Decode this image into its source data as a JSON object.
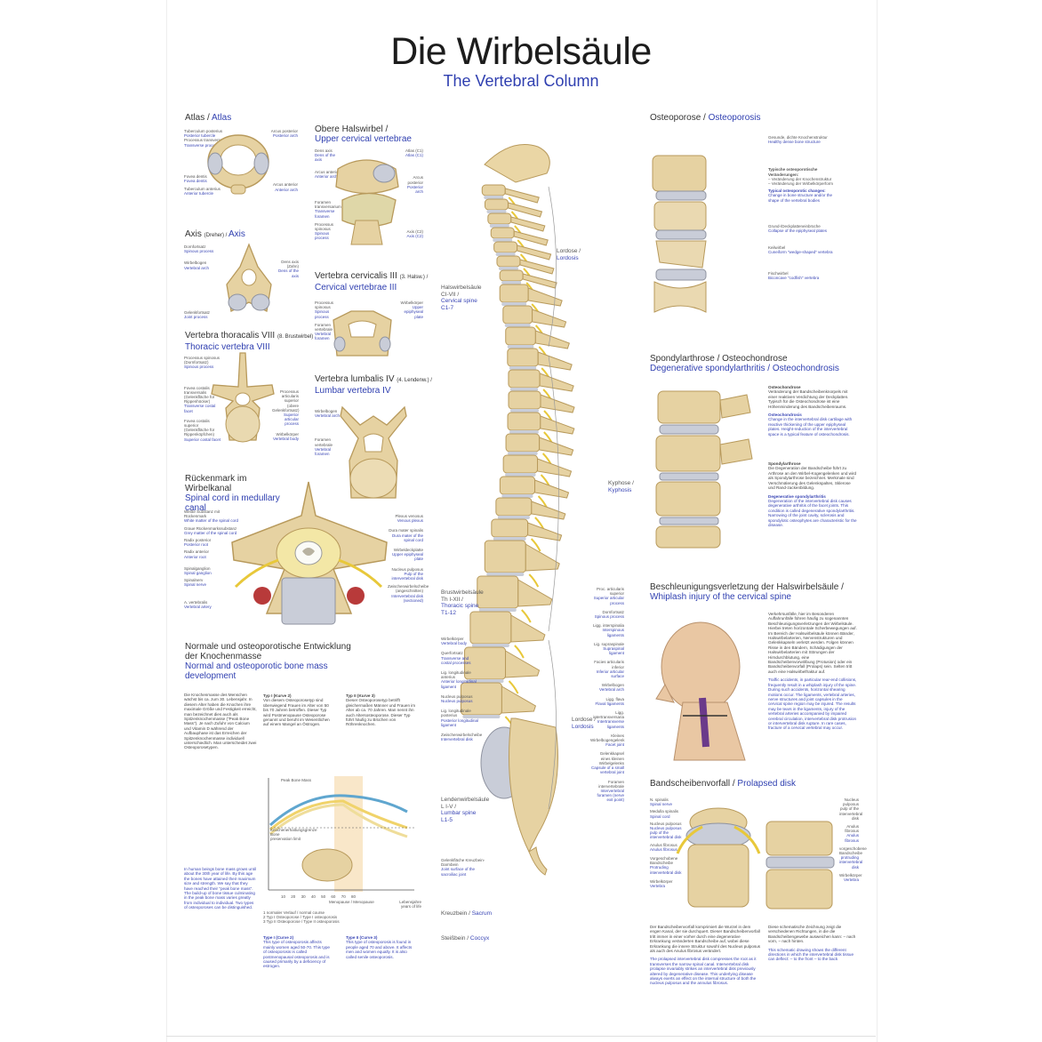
{
  "title": {
    "de": "Die Wirbelsäule",
    "en": "The Vertebral Column"
  },
  "atlas": {
    "heading_de": "Atlas / ",
    "heading_en": "Atlas",
    "labels_left": [
      "Tuberculum posterius",
      "Posterior tubercle",
      "Processus transversus",
      "Transverse process",
      "Fovea dentis",
      "Fovea dentis",
      "Tuberculum anterius",
      "Anterior tubercle"
    ],
    "labels_right": [
      "Arcus posterior",
      "Posterior arch",
      "Arcus anterior",
      "Anterior arch"
    ]
  },
  "axis": {
    "heading_de": "Axis ",
    "heading_de_small": "(Dreher) / ",
    "heading_en": "Axis",
    "labels_left": [
      "Dornfortsatz",
      "Spinous process",
      "Wirbelbogen",
      "Vertebral arch",
      "Gelenkfortsatz",
      "Joint process"
    ],
    "labels_right": [
      "Dens axis (Zahn)",
      "Dens of the axis"
    ]
  },
  "upper_cervical": {
    "heading_de": "Obere Halswirbel /",
    "heading_en": "Upper cervical vertebrae",
    "labels_left": [
      "Dens axis",
      "Dens of the axis",
      "Arcus anterior",
      "Anterior arch",
      "Foramen transversarium",
      "Transverse foramen",
      "Processus spinosus",
      "Spinous process"
    ],
    "labels_right": [
      "Atlas (C1)",
      "Atlas (C1)",
      "Arcus posterior",
      "Posterior arch",
      "Axis (C2)",
      "Axis (C2)"
    ]
  },
  "thoracic": {
    "heading_de": "Vertebra thoracalis VIII ",
    "heading_de_small": "(8. Brustwirbel)",
    "heading_en": "Thoracic vertebra VIII",
    "labels_left": [
      "Processus spinosus (Dornfortsatz)",
      "Spinous process",
      "Fovea costalis transversalis (Gelenkfläche für Rippenhöcker)",
      "Transverse costal facet",
      "Fovea costalis superior (Gelenkfläche für Rippenköpfchen)",
      "Superior costal facet"
    ],
    "labels_right": [
      "Processus articularis superior (obere Gelenkfortsatz)",
      "Superior articular process",
      "Wirbelkörper",
      "Vertebral body"
    ]
  },
  "cervical3": {
    "heading_de": "Vertebra cervicalis III ",
    "heading_de_small": "(3. Halsw.) /",
    "heading_en": "Cervical vertebrae III",
    "labels_left": [
      "Processus spinosus",
      "Spinous process",
      "Foramen vertebrale",
      "Vertebral foramen"
    ],
    "labels_right": [
      "Wirbelkörper",
      "Upper epiphyseal plate"
    ]
  },
  "lumbar4": {
    "heading_de": "Vertebra lumbalis IV ",
    "heading_de_small": "(4. Lendenw.) /",
    "heading_en": "Lumbar vertebra IV",
    "labels_left": [
      "Wirbelbogen",
      "Vertebral arch",
      "Foramen vertebrale",
      "Vertebral foramen"
    ]
  },
  "spinal_cord": {
    "heading_de": "Rückenmark im Wirbelkanal",
    "heading_en": "Spinal cord in medullary canal",
    "labels_left": [
      "Weiße Substanz mit Rückenmark",
      "White matter of the spinal cord",
      "Graue Rückenmarkssubstanz",
      "Grey matter of the spinal cord",
      "Radix posterior",
      "Posterior root",
      "Radix anterior",
      "Anterior root",
      "Spinalganglion",
      "Spinal ganglion",
      "Spinalnerv",
      "Spinal nerve",
      "A. vertebralis",
      "Vertebral artery"
    ],
    "labels_right": [
      "Plexus venosus",
      "Venous plexus",
      "Dura mater spinalis",
      "Dura mater of the spinal cord",
      "Wirbeldeckplatte",
      "Upper epiphyseal plate",
      "Nucleus pulposus",
      "Pulp of the intervertebral disk",
      "Zwischenwirbelscheibe (angeschnitten)",
      "Intervertebral disk (sectioned)"
    ]
  },
  "bone_mass": {
    "heading_de": "Normale und osteoporotische Entwicklung der Knochenmasse",
    "heading_en": "Normal and osteoporotic bone mass development",
    "text_de": "Die Knochenmasse des Menschen wächst bis ca. zum 30. Lebensjahr. In diesem Alter haben die Knochen ihre maximale Größe und Festigkeit erreicht, man bezeichnet dies auch als Spitzenknochenmasse (\"Peak Bone Mass\"). Je nach Zufuhr von Calcium und Vitamin D während der Aufbauphase ist das Erreichen der Spitzenknochenmasse individuell unterschiedlich. Man unterscheidet zwei Osteoporosetypen.",
    "text_en": "In human beings bone mass grows until about the 30th year of life. By this age the bones have attained their maximum size and strength. We say that they have reached their \"peak bone mass\". The build-up of bone tissue culminating in the peak bone mass varies greatly from individual to individual. Two types of osteoporoses can be distinguished.",
    "type1_de_head": "Typ I (Kurve 2)",
    "type1_de": "Von diesem Osteoporosetyp sind überwiegend Frauen im Alter von 50 bis 70 Jahren betroffen. Dieser Typ wird Postmenopause Osteoporose genannt und beruht im Wesentlichen auf einem Mangel an Östrogen.",
    "type2_de_head": "Typ II (Kurve 3)",
    "type2_de": "Dieser Osteoporosetyp betrifft gleichermaßen Männer und Frauen im Alter ab ca. 70 Jahren. Man nennt ihn auch Altersosteoporose. Dieser Typ führt häufig zu Brüchen von Röhrenknochen.",
    "type1_en_head": "Type I (Curve 2)",
    "type1_en": "This type of osteoporosis affects mainly women aged 50-70. This type of osteoporosis is called postmenopausal osteoporosis and is caused primarily by a deficiency of estrogen.",
    "type2_en_head": "Type II (Curve 3)",
    "type2_en": "This type of osteoporosis is found in people aged 70 and above. It affects men and women equally. It is also called senile osteoporosis."
  },
  "chart": {
    "peak_label": "Peak Bone Mass",
    "threshold_label": "Knochenerhaltungsgrenze Bone preservation limit",
    "yaxis": "Knochenmasse / Bone mass",
    "x_ticks": [
      "10",
      "20",
      "30",
      "40",
      "50",
      "60",
      "70",
      "80"
    ],
    "x_label_de": "Menopause / Menopause",
    "x_label_en": "Lebensjahre years of life",
    "legend": [
      "1 normaler Verlauf / normal course",
      "2 Typ I Osteoporose / Type I osteoporosis",
      "3 Typ II Osteoporose / Type II osteoporosis"
    ]
  },
  "spine_labels": {
    "cervical_de": "Halswirbelsäule",
    "cervical_de2": "CI-VII /",
    "cervical_en": "Cervical spine",
    "cervical_en2": "C1-7",
    "thoracic_de": "Brustwirbelsäule",
    "thoracic_de2": "Th I-XII /",
    "thoracic_en": "Thoracic spine",
    "thoracic_en2": "T1-12",
    "lumbar_de": "Lendenwirbelsäule",
    "lumbar_de2": "L I-V /",
    "lumbar_en": "Lumbar spine",
    "lumbar_en2": "L1-5",
    "sacrum_de": "Kreuzbein / ",
    "sacrum_en": "Sacrum",
    "coccyx_de": "Steißbein / ",
    "coccyx_en": "Coccyx",
    "lordosis1_de": "Lordose /",
    "lordosis1_en": "Lordosis",
    "kyphosis_de": "Kyphose /",
    "kyphosis_en": "Kyphosis",
    "lordosis2_de": "Lordose /",
    "lordosis2_en": "Lordosis",
    "left_small": [
      "Wirbelkörper",
      "Vertebral body",
      "Querfortsatz",
      "Transverse and costal processes",
      "Lig. longitudinale anterius",
      "Anterior longitudinal ligament",
      "Nucleus pulposus",
      "Nucleus pulposus",
      "Lig. longitudinale posterius",
      "Posterior longitudinal ligament",
      "Zwischenwirbelscheibe",
      "Intervertebral disk",
      "Gelenkfläche Kreuzbein-Darmbein",
      "Joint surface of the sacroiliac joint"
    ],
    "right_small": [
      "Proc. articularis superior",
      "Superior articular process",
      "Dornfortsatz",
      "Spinous process",
      "Ligg. interspinalia",
      "Interspinous ligaments",
      "Lig. supraspinale",
      "Supraspinal ligament",
      "Facies articularis inferior",
      "Inferior articular surface",
      "Wirbelbogen",
      "Vertebral arch",
      "Ligg. flava",
      "Flaval ligaments",
      "Ligg. intertransversaria",
      "Intertransverse ligaments",
      "Kleines Wirbelbogengelenk",
      "Facet joint",
      "Gelenkkapsel eines kleinen Wirbelgelenks",
      "Capsule of a small vertebral joint",
      "Foramen intervertebrale",
      "Intervertebral foramen (nerve exit point)"
    ]
  },
  "osteoporosis": {
    "heading_de": "Osteoporose / ",
    "heading_en": "Osteoporosis",
    "labels": [
      "Gesunde, dichte Knochenstruktur",
      "Healthy dense bone structure",
      "Typische osteoporotische Veränderungen:",
      "– Veränderung der Knochenstruktur",
      "– Veränderung der Wirbelkörperform",
      "Typical osteoporotic changes:",
      "Change in bone structure and/or the shape of the vertebral bodies",
      "Grund-/Deckplatteneinbrüche",
      "Collapse of the epiphyseal plates",
      "Keilwirbel",
      "Cuneiform \"wedge-shaped\" vertebra",
      "Fischwirbel",
      "Biconcave \"codfish\" vertebra"
    ]
  },
  "spondyl": {
    "heading_de": "Spondylarthrose / Osteochondrose",
    "heading_en": "Degenerative spondylarthritis / Osteochondrosis",
    "osteo_de_head": "Osteochondrose",
    "osteo_de": "Veränderung der Bandscheibenknorpels mit einer reaktiven Verdichtung der Deckplatten. Typisch für die Osteochondrose ist eine Höhenminderung des Bandscheibenraums.",
    "osteo_en_head": "Osteochondrosis",
    "osteo_en": "Change in the intervertebral disk cartilage with reactive thickening of the upper epiphyseal plates. Height-reduction of the intervertebral space is a typical feature of osteochondrosis.",
    "spond_de_head": "Spondylarthrose",
    "spond_de": "Die Degeneration der Bandscheibe führt zu Arthrose an den Wirbel-Kogengelenken und wird als Spondylarthrose bezeichnet. Merkmale sind Verschmälerung des Gelenkspaltes, Sklerose und Rand-zackenbildung.",
    "spond_en_head": "Degenerative spondylarthritis",
    "spond_en": "Degeneration of the intervertebral disk causes degenerative arthritis of the facet joints. This condition is called degenerative spondylarthritis. Narrowing of the joint cavity, sclerosis and spondylotic osteophytes are characteristic for the disease."
  },
  "whiplash": {
    "heading_de": "Beschleunigungsverletzung der Halswirbelsäule /",
    "heading_en": "Whiplash injury of the cervical spine",
    "text_de": "Verkehrsunfälle, hier im Besonderen Auffahrunfälle führen häufig zu sogenannten Beschleunigungsverletzungen der Wirbelsäule. Hierbei treten horizontale Scherbewegungen auf. Im Bereich der Halswirbelsäule können Bänder, Halswirbelarterien, Nervenstrukturen und Gelenkkapseln verletzt werden. Folgen können Risse in den Bändern, Schädigungen der Halswirbelarterien mit Störungen der Hirndurchblutung, eine Bandscheibenvorwölbung (Protusion) oder ein Bandscheibenvorfall (Prolaps) sein. Selten tritt auch eine Halswirbelfraktur auf.",
    "text_en": "Traffic accidents, in particular rear-end collisions, frequently result in a whiplash injury of the spine. During such accidents, horizontal shearing motions occur. The ligaments, vertebral arteries, nerve structures and joint capsules in the cervical spine region may be injured. The results may be tears in the ligaments, injury of the vertebral arteries accompanied by impaired cerebral circulation, intervertebral disk protrusion or intervertebral disk rupture. In rare cases, fracture of a cervical vertebral may occur."
  },
  "prolapse": {
    "heading_de": "Bandscheibenvorfall / ",
    "heading_en": "Prolapsed disk",
    "labels_left": [
      "N. spinalis",
      "Spinal nerve",
      "Medulla spinalis",
      "Spinal cord",
      "Nucleus pulposus",
      "Nucleus pulposus pulp of the intervertebral disk",
      "Anulus fibrosus",
      "Anulus fibrosus",
      "Vorgeschobene Bandscheibe",
      "Protruding intervertebral disk",
      "Wirbelkörper",
      "Vertebra"
    ],
    "labels_right": [
      "Nucleus pulposus pulp of the intervertebral disk",
      "Anulus fibrosus",
      "Anulus fibrosus",
      "vorgeschobene Bandscheibe",
      "protruding intervertebral disk",
      "Wirbelkörper",
      "Vertebra"
    ],
    "text_de": "Der Bandscheibenvorfall komprimiert die Wurzel in dem engen Kanal, der sie durchquert. Dieser Bandscheibenvorfall tritt immer in einer vorher durch eine degenerative Erkrankung veränderten Bandscheibe auf, wobei diese Erkrankung die innere Struktur sowohl des Nucleus pulposus als auch des Anulus fibrosus verändert.",
    "text_en": "The prolapsed intervertebral disk compresses the root as it transverses the narrow spinal canal. Intervertebral disk prolapse invariably strikes an intervertebral disk previously altered by degenerative disease. This underlying disease always exerts an effect on the internal structure of both the nucleus pulposus and the annulus fibrosus.",
    "side_de": "Diese schematische Zeichnung zeigt die verschiedenen Richtungen, in die die Bandscheibengewebe ausweichen kann: – nach vorn, – nach hinten.",
    "side_en": "This schematic drawing shows the different directions in which the intervertebral disk tissue can deflect: – to the front – to the back"
  },
  "colors": {
    "accent": "#2f3fb0",
    "bone": "#e6d2a2",
    "bone_dark": "#b89a5c",
    "disk": "#c9cdd8",
    "nerve": "#e8c83a"
  }
}
